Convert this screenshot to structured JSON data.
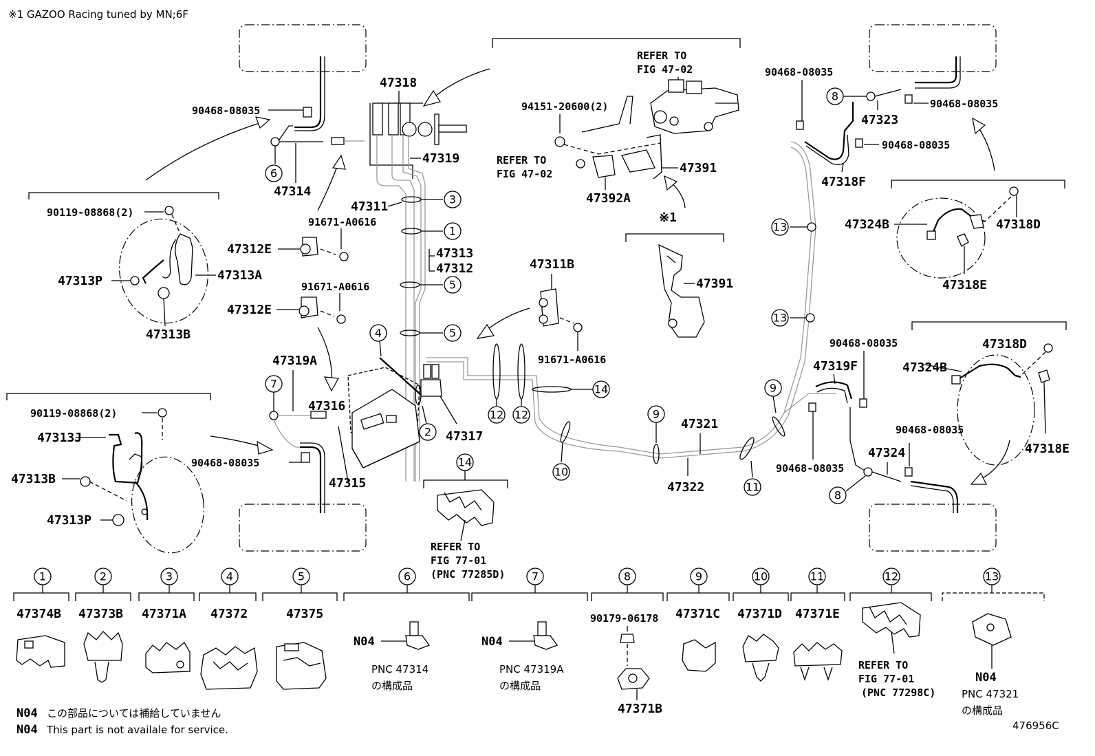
{
  "header": {
    "note": "※1 GAZOO Racing tuned by MN;6F"
  },
  "footer": {
    "n04_code": "N04",
    "n04_jp": "この部品については補給していません",
    "n04_en": "This part is not availale for service.",
    "figure_id": "476956C"
  },
  "labels": {
    "p47318": "47318",
    "p47319": "47319",
    "p47314": "47314",
    "p47311": "47311",
    "p47313": "47313",
    "p47312": "47312",
    "p47312E_a": "47312E",
    "p47312E_b": "47312E",
    "p91671_a": "91671-A0616",
    "p91671_b": "91671-A0616",
    "p91671_c": "91671-A0616",
    "p90119_a": "90119-08868(2)",
    "p90119_b": "90119-08868(2)",
    "p47313P_a": "47313P",
    "p47313A": "47313A",
    "p47313B_a": "47313B",
    "p47313J": "47313J",
    "p47313B_b": "47313B",
    "p47313P_b": "47313P",
    "p47319A": "47319A",
    "p47316": "47316",
    "p47315": "47315",
    "p47317": "47317",
    "p90468_a": "90468-08035",
    "p90468_b": "90468-08035",
    "p90468_c": "90468-08035",
    "p90468_d": "90468-08035",
    "p90468_e": "90468-08035",
    "p90468_f": "90468-08035",
    "p90468_g": "90468-08035",
    "p90468_h": "90468-08035",
    "p94151": "94151-20600(2)",
    "p47391_a": "47391",
    "p47392A": "47392A",
    "p47391_b": "47391",
    "star1": "※1",
    "p47311B": "47311B",
    "p47321": "47321",
    "p47322": "47322",
    "p47323": "47323",
    "p47318F": "47318F",
    "p47324B_a": "47324B",
    "p47318D_a": "47318D",
    "p47318E_a": "47318E",
    "p47319F": "47319F",
    "p47318D_b": "47318D",
    "p47324B_b": "47324B",
    "p47324": "47324",
    "p47318E_b": "47318E"
  },
  "refs": {
    "refer_to": "REFER TO",
    "fig4702": "FIG 47-02",
    "fig7701": "FIG 77-01",
    "pnc77285D": "(PNC 77285D)",
    "pnc77298C": "(PNC 77298C)"
  },
  "callouts": [
    "1",
    "2",
    "3",
    "4",
    "5",
    "6",
    "7",
    "8",
    "9",
    "10",
    "11",
    "12",
    "13",
    "14"
  ],
  "legend": [
    {
      "num": "1",
      "part": "47374B"
    },
    {
      "num": "2",
      "part": "47373B"
    },
    {
      "num": "3",
      "part": "47371A"
    },
    {
      "num": "4",
      "part": "47372"
    },
    {
      "num": "5",
      "part": "47375"
    },
    {
      "num": "6",
      "code": "N04",
      "pnc": "PNC 47314",
      "sub": "の構成品"
    },
    {
      "num": "7",
      "code": "N04",
      "pnc": "PNC 47319A",
      "sub": "の構成品"
    },
    {
      "num": "8",
      "part_top": "90179-06178",
      "part": "47371B"
    },
    {
      "num": "9",
      "part": "47371C"
    },
    {
      "num": "10",
      "part": "47371D"
    },
    {
      "num": "11",
      "part": "47371E"
    },
    {
      "num": "12",
      "ref": "REFER TO",
      "fig": "FIG 77-01",
      "pnc": "(PNC 77298C)"
    },
    {
      "num": "13",
      "code": "N04",
      "pnc": "PNC 47321",
      "sub": "の構成品"
    }
  ]
}
